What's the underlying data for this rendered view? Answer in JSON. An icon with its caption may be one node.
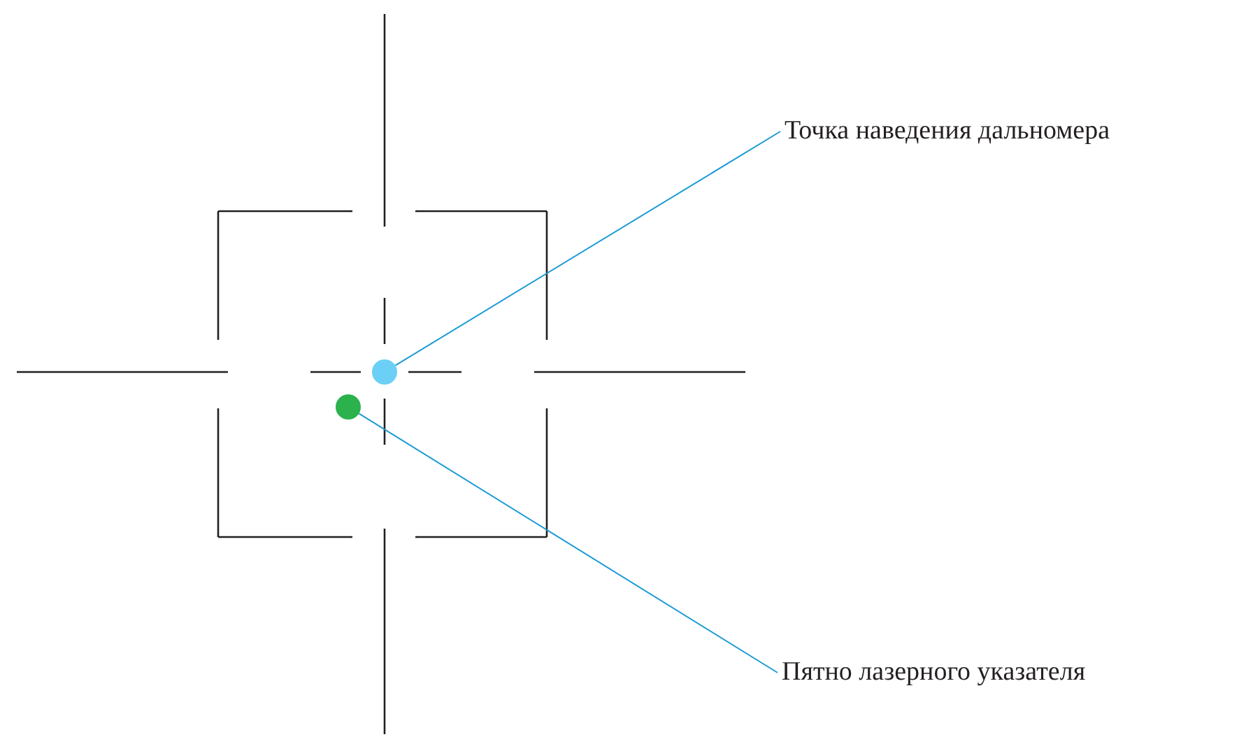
{
  "diagram": {
    "nodes": [
      {
        "text": [
          "Точка наведения дальномера"
        ]
      },
      {
        "text": [],
        "shape": "circle"
      },
      {
        "text": [
          "Пятно лазерного указателя"
        ]
      },
      {
        "text": [],
        "shape": "circle"
      }
    ],
    "edges": [
      {
        "from": 0,
        "to": 1,
        "arrow": "none"
      },
      {
        "from": 2,
        "to": 3,
        "arrow": "none"
      }
    ]
  }
}
